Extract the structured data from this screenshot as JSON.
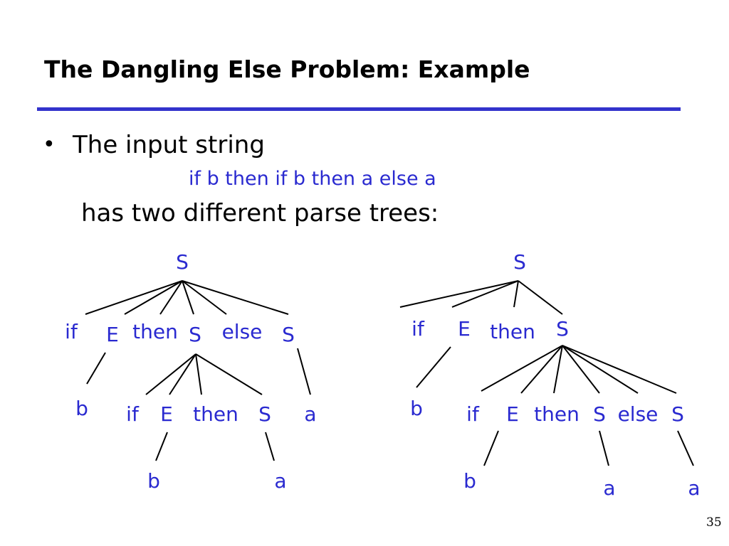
{
  "title": "The Dangling Else Problem: Example",
  "bullet": {
    "line1": "The input string",
    "code": "if b then if b then a else a",
    "line2": "has two different parse trees:"
  },
  "colors": {
    "rule": "#3333cc",
    "tree_text": "#2a2ad0"
  },
  "trees": [
    {
      "nodes": [
        {
          "id": "S",
          "label": "S"
        },
        {
          "id": "if",
          "label": "if"
        },
        {
          "id": "E",
          "label": "E"
        },
        {
          "id": "then",
          "label": "then"
        },
        {
          "id": "S1",
          "label": "S"
        },
        {
          "id": "else",
          "label": "else"
        },
        {
          "id": "S2",
          "label": "S"
        },
        {
          "id": "b",
          "label": "b"
        },
        {
          "id": "if2",
          "label": "if"
        },
        {
          "id": "E2",
          "label": "E"
        },
        {
          "id": "then2",
          "label": "then"
        },
        {
          "id": "S3",
          "label": "S"
        },
        {
          "id": "a",
          "label": "a"
        },
        {
          "id": "b2",
          "label": "b"
        },
        {
          "id": "a2",
          "label": "a"
        }
      ],
      "edges": [
        [
          "S",
          "if"
        ],
        [
          "S",
          "E"
        ],
        [
          "S",
          "then"
        ],
        [
          "S",
          "S1"
        ],
        [
          "S",
          "else"
        ],
        [
          "S",
          "S2"
        ],
        [
          "E",
          "b"
        ],
        [
          "S1",
          "if2"
        ],
        [
          "S1",
          "E2"
        ],
        [
          "S1",
          "then2"
        ],
        [
          "S1",
          "S3"
        ],
        [
          "S2",
          "a"
        ],
        [
          "E2",
          "b2"
        ],
        [
          "S3",
          "a2"
        ]
      ]
    },
    {
      "nodes": [
        {
          "id": "S",
          "label": "S"
        },
        {
          "id": "if",
          "label": "if"
        },
        {
          "id": "E",
          "label": "E"
        },
        {
          "id": "then",
          "label": "then"
        },
        {
          "id": "S1",
          "label": "S"
        },
        {
          "id": "b",
          "label": "b"
        },
        {
          "id": "if2",
          "label": "if"
        },
        {
          "id": "E2",
          "label": "E"
        },
        {
          "id": "then2",
          "label": "then"
        },
        {
          "id": "S3",
          "label": "S"
        },
        {
          "id": "else2",
          "label": "else"
        },
        {
          "id": "S4",
          "label": "S"
        },
        {
          "id": "b2",
          "label": "b"
        },
        {
          "id": "a",
          "label": "a"
        },
        {
          "id": "a2",
          "label": "a"
        }
      ],
      "edges": [
        [
          "S",
          "if"
        ],
        [
          "S",
          "E"
        ],
        [
          "S",
          "then"
        ],
        [
          "S",
          "S1"
        ],
        [
          "E",
          "b"
        ],
        [
          "S1",
          "if2"
        ],
        [
          "S1",
          "E2"
        ],
        [
          "S1",
          "then2"
        ],
        [
          "S1",
          "S3"
        ],
        [
          "S1",
          "else2"
        ],
        [
          "S1",
          "S4"
        ],
        [
          "E2",
          "b2"
        ],
        [
          "S3",
          "a"
        ],
        [
          "S4",
          "a2"
        ]
      ]
    }
  ],
  "slide_number": "35"
}
